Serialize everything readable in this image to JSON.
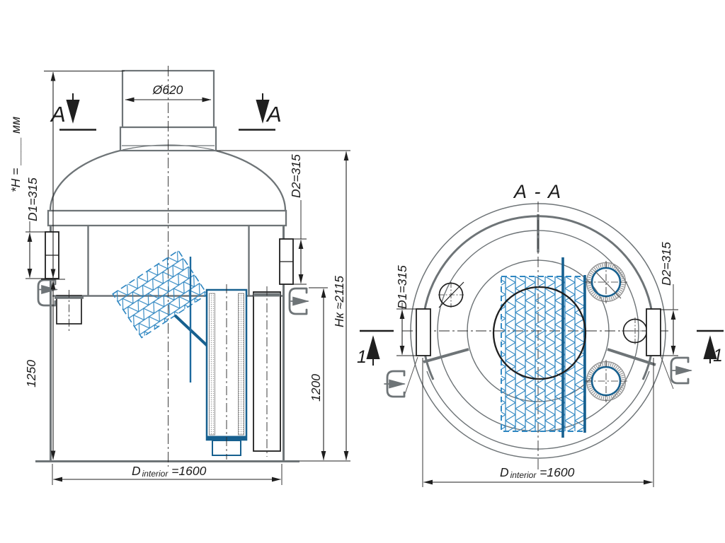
{
  "drawing": {
    "kind": "technical-drawing-separator-tank",
    "views": [
      "front-elevation",
      "section A-A"
    ]
  },
  "colors": {
    "line_gray": "#6e7477",
    "line_black": "#1f1f1f",
    "mesh_blue": "#2e86c1",
    "dark_blue": "#17608f",
    "stipple_gray": "#9a9a9a",
    "background": "#ffffff"
  },
  "front": {
    "cut_a_left": "A",
    "cut_a_right": "A",
    "dim_neck": "Ø620",
    "dim_h_note": "*H = ____ мм",
    "dim_d1": "D1=315",
    "dim_d2": "D2=315",
    "dim_1250": "1250",
    "dim_1200": "1200",
    "dim_hk": "Нк ≈2115",
    "dia_prefix": "D",
    "dia_sub": "interior",
    "dia_value": " =1600"
  },
  "section": {
    "title": "A - A",
    "dim_d1": "D1=315",
    "dim_d2": "D2=315",
    "cut_1_left": "1",
    "cut_1_right": "1",
    "dia_prefix": "D",
    "dia_sub": "interior",
    "dia_value": " =1600"
  }
}
